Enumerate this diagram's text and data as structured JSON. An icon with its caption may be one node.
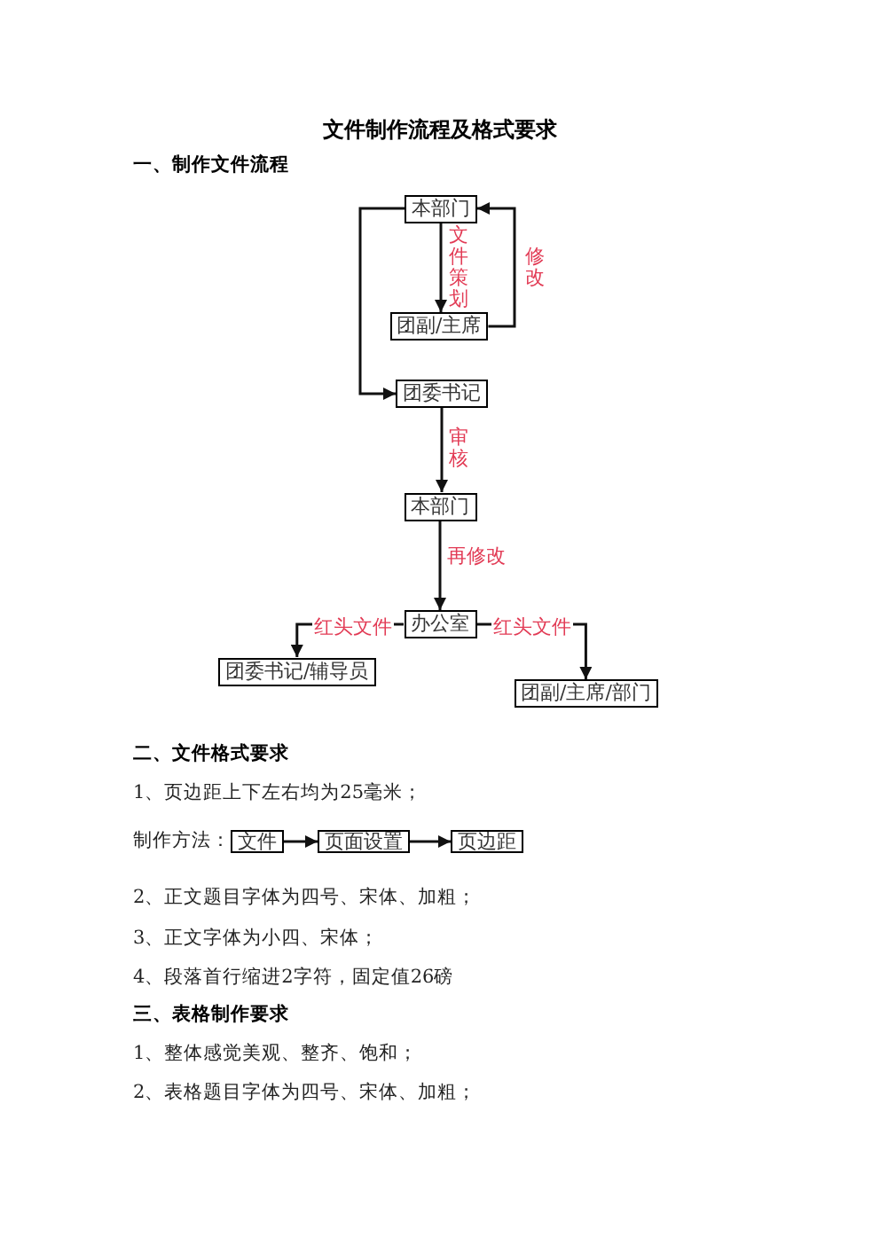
{
  "diagram": {
    "title": "文件制作流程及格式要求",
    "nodes": [
      {
        "text": [
          "本部门"
        ]
      },
      {
        "text": [
          "团副/主席"
        ]
      },
      {
        "text": [
          "团委书记"
        ]
      },
      {
        "text": [
          "本部门"
        ]
      },
      {
        "text": [
          "办公室"
        ]
      },
      {
        "text": [
          "团委书记/辅导员"
        ]
      },
      {
        "text": [
          "团副/主席/部门"
        ]
      },
      {
        "text": [
          "文件"
        ]
      },
      {
        "text": [
          "页面设置"
        ]
      },
      {
        "text": [
          "页边距"
        ]
      }
    ],
    "edges": [
      {
        "from": 0,
        "to": 1,
        "arrow": "to",
        "label": "文件策划"
      },
      {
        "from": 1,
        "to": 0,
        "arrow": "to",
        "label": "修改"
      },
      {
        "from": 0,
        "to": 2,
        "arrow": "to"
      },
      {
        "from": 2,
        "to": 3,
        "arrow": "to",
        "label": "审核"
      },
      {
        "from": 3,
        "to": 4,
        "arrow": "to",
        "label": "再修改"
      },
      {
        "from": 4,
        "to": 5,
        "arrow": "to",
        "label": "红头文件"
      },
      {
        "from": 4,
        "to": 6,
        "arrow": "to",
        "label": "红头文件"
      },
      {
        "from": 7,
        "to": 8,
        "arrow": "to"
      },
      {
        "from": 8,
        "to": 9,
        "arrow": "to"
      }
    ],
    "labels": [
      "一、制作文件流程",
      "二、文件格式要求",
      "1、页边距上下左右均为25毫米；",
      "制作方法：",
      "2、正文题目字体为四号、宋体、加粗；",
      "3、正文字体为小四、宋体；",
      "4、段落首行缩进2字符，固定值26磅",
      "三、表格制作要求",
      "1、整体感觉美观、整齐、饱和；",
      "2、表格题目字体为四号、宋体、加粗；"
    ]
  }
}
